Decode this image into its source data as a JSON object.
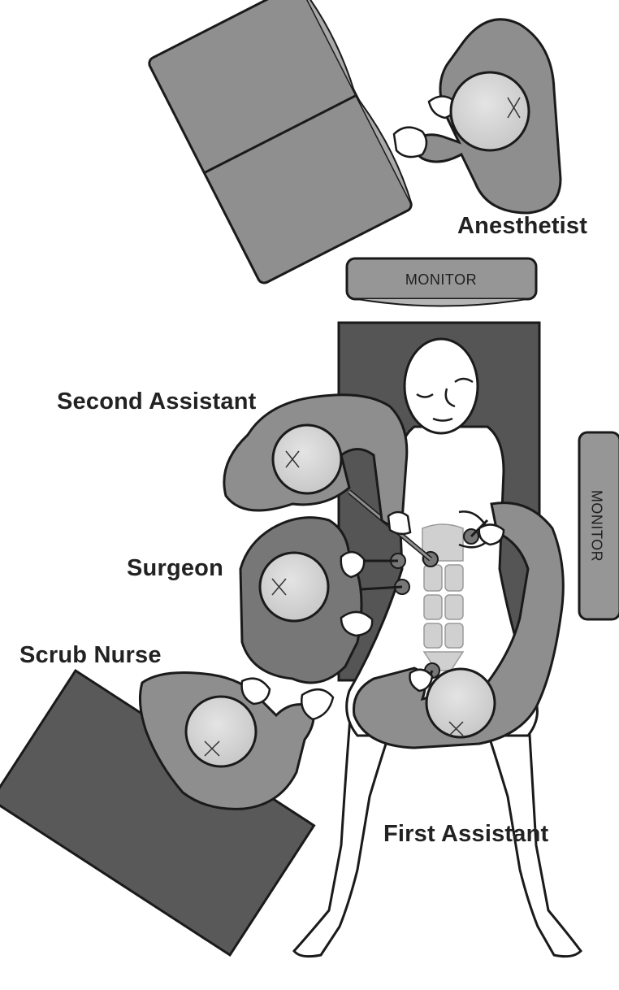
{
  "labels": {
    "anesthetist": "Anesthetist",
    "second_assistant": "Second Assistant",
    "surgeon": "Surgeon",
    "scrub_nurse": "Scrub Nurse",
    "first_assistant": "First Assistant"
  },
  "monitors": {
    "top": "MONITOR",
    "right": "MONITOR"
  },
  "colors": {
    "gown": "#8e8e8e",
    "gown_dark": "#777777",
    "cap": "#d6d6d6",
    "table": "#555555",
    "cabinet": "#8f8f8f",
    "instrument_table": "#595959",
    "monitor": "#969696",
    "skin": "#ffffff",
    "outline": "#1a1a1a"
  }
}
